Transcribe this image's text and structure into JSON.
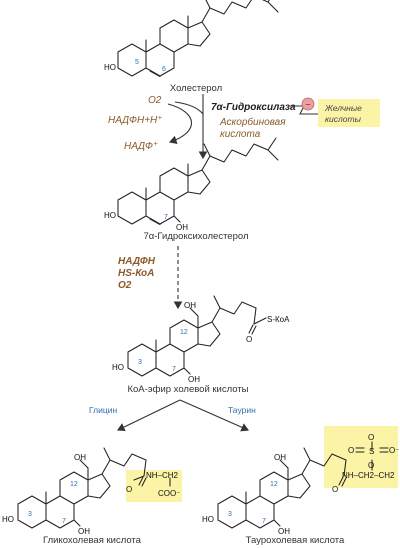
{
  "compounds": {
    "cholesterol": "Холестерол",
    "hydroxycholesterol": "7α-Гидроксихолестерол",
    "coa_ester": "КоА-эфир холевой кислоты",
    "glycocholic": "Гликохолевая кислота",
    "taurocholic": "Таурохолевая кислота"
  },
  "step1": {
    "o2": "O2",
    "nadph": "НАДФН+Н⁺",
    "nadp": "НАДФ⁺",
    "enzyme": "7α-Гидроксилаза",
    "cofactor_line1": "Аскорбиновая",
    "cofactor_line2": "кислота",
    "inhibitor_sign": "−",
    "inhibitor_line1": "Желчные",
    "inhibitor_line2": "кислоты"
  },
  "step2": {
    "line1": "НАДФН",
    "line2": "HS-КоА",
    "line3": "O2"
  },
  "branches": {
    "glycine": "Глицин",
    "taurine": "Таурин"
  },
  "atoms": {
    "ho": "HO",
    "oh": "OH",
    "o": "O",
    "s_coa": "S-КоА",
    "nh_ch2_coo": "NH–CH2",
    "coo": "COO⁻",
    "nh_taurine": "NH–CH2–CH2",
    "o_minus": "O⁻",
    "s": "S"
  },
  "ring_numbers": {
    "n3": "3",
    "n5": "5",
    "n6": "6",
    "n7": "7",
    "n12": "12"
  },
  "colors": {
    "highlight": "#fbf3a6",
    "reagent": "#8a5a2b",
    "ring_number": "#2f6fb0",
    "inhibitor_circle": "#e8a0a0"
  }
}
